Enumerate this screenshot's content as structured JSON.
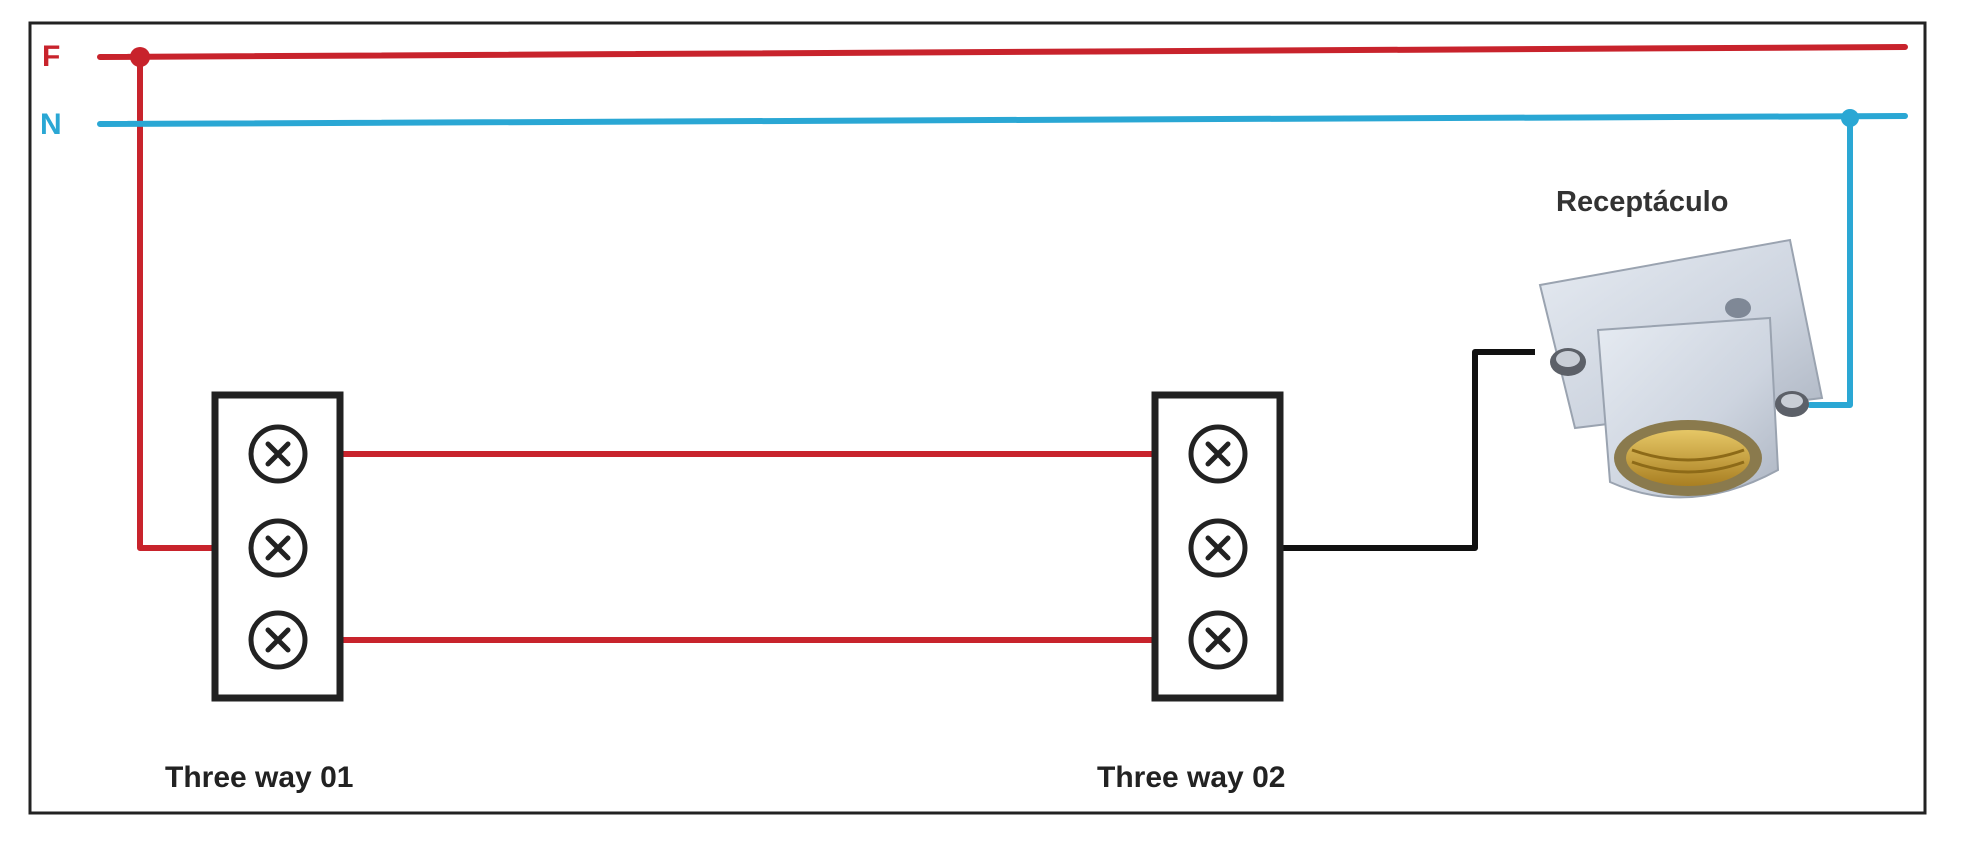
{
  "lines": {
    "phase_label": "F",
    "neutral_label": "N"
  },
  "receptacle": {
    "label": "Receptáculo"
  },
  "switches": [
    {
      "label": "Three way 01"
    },
    {
      "label": "Three way 02"
    }
  ],
  "colors": {
    "phase_wire": "#c8232c",
    "neutral_wire": "#2aa7d4",
    "return_wire": "#111111",
    "frame": "#222222",
    "receptacle_body": "#cfd6e2",
    "socket_thread": "#c9a23a"
  }
}
